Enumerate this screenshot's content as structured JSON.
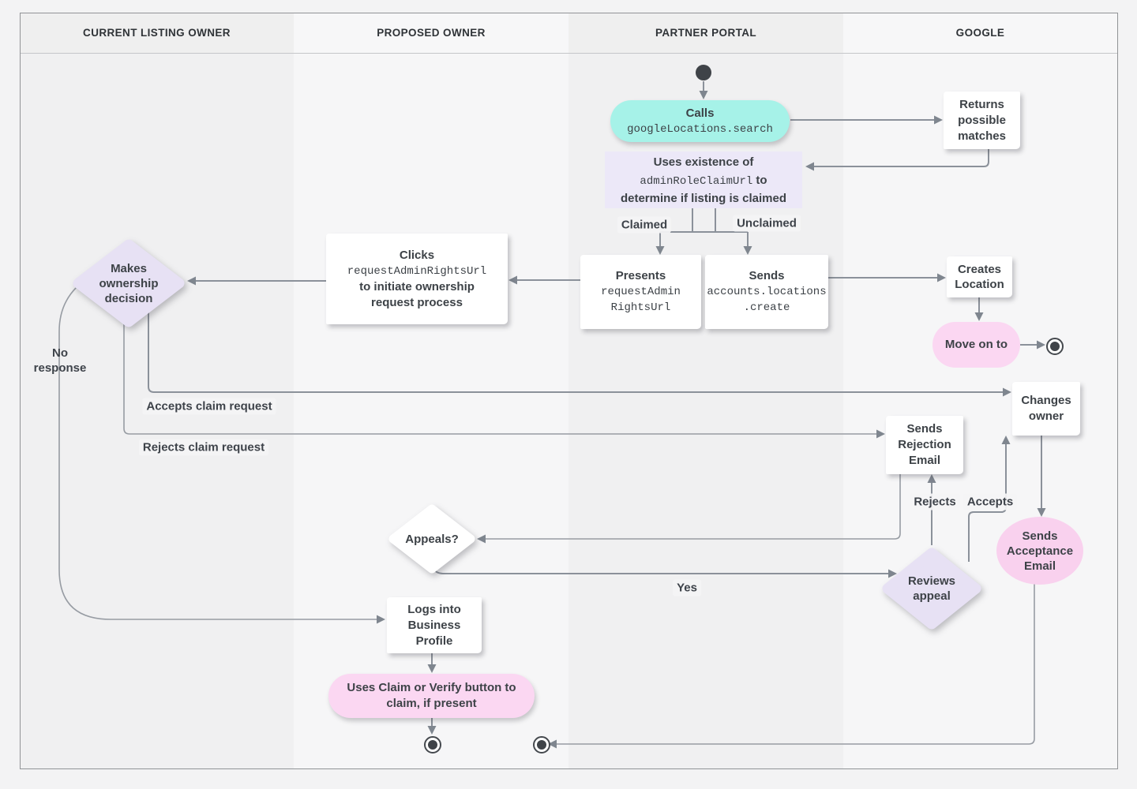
{
  "diagram": {
    "lanes": [
      {
        "label": "CURRENT LISTING OWNER"
      },
      {
        "label": "PROPOSED OWNER"
      },
      {
        "label": "PARTNER PORTAL"
      },
      {
        "label": "GOOGLE"
      }
    ],
    "nodes": {
      "calls": {
        "title": "Calls",
        "code": "googleLocations.search"
      },
      "returns": {
        "text": "Returns possible matches"
      },
      "uses": {
        "line1": "Uses existence of",
        "code": "adminRoleClaimUrl",
        "after_code": " to",
        "line2": "determine if listing is claimed"
      },
      "presents": {
        "title": "Presents",
        "code_line1": "requestAdmin",
        "code_line2": "RightsUrl"
      },
      "sends_create": {
        "title": "Sends",
        "code_line1": "accounts.locations",
        "code_line2": ".create"
      },
      "clicks": {
        "title": "Clicks",
        "code": "requestAdminRightsUrl",
        "line2": "to initiate ownership",
        "line3": "request process"
      },
      "decision": {
        "text": "Makes ownership decision"
      },
      "creates": {
        "text": "Creates Location"
      },
      "move_on": {
        "text": "Move on to"
      },
      "changes": {
        "text": "Changes owner"
      },
      "rejection": {
        "text": "Sends Rejection Email"
      },
      "acceptance": {
        "text": "Sends Acceptance Email"
      },
      "reviews": {
        "text": "Reviews appeal"
      },
      "appeals": {
        "text": "Appeals?"
      },
      "logs": {
        "text": "Logs into Business Profile"
      },
      "claim": {
        "text": "Uses Claim or Verify button to claim, if present"
      }
    },
    "edge_labels": {
      "claimed": "Claimed",
      "unclaimed": "Unclaimed",
      "no_response": "No response",
      "accepts_claim": "Accepts claim request",
      "rejects_claim": "Rejects claim request",
      "rejects": "Rejects",
      "accepts": "Accepts",
      "yes": "Yes"
    },
    "colors": {
      "teal": "#A6F2E8",
      "lavender": "#ECE8F8",
      "diamond_purple": "#E7E1F4",
      "pink": "#FBD7F2",
      "node_white": "#FFFFFF",
      "line_gray": "#8B919A",
      "text": "#3D4247"
    }
  }
}
